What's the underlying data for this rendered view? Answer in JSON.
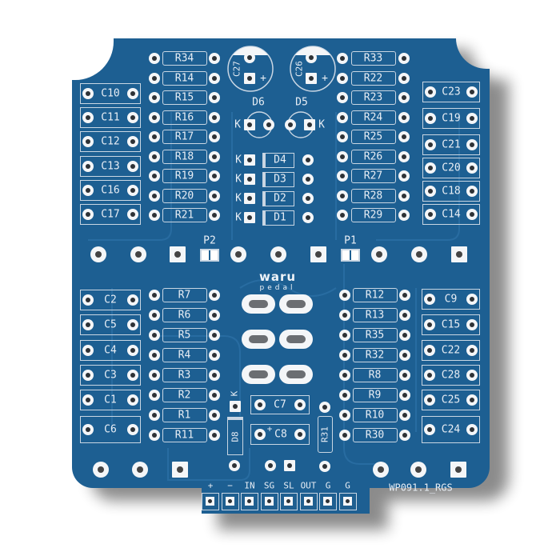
{
  "board": {
    "name": "WP091.1_RGS",
    "logo": {
      "brand": "waru",
      "sub": "pedal"
    },
    "colors": {
      "soldermask": "#1d5f92",
      "silkscreen": "#e8eef5",
      "pad": "#f4f6f8",
      "background": "#ffffff"
    }
  },
  "electrolytics": [
    {
      "ref": "C27",
      "polarity": "+"
    },
    {
      "ref": "C26",
      "polarity": "+"
    }
  ],
  "leds": [
    {
      "ref": "D6",
      "cathode": "K"
    },
    {
      "ref": "D5",
      "cathode": "K"
    }
  ],
  "diodes": [
    {
      "ref": "D4",
      "cathode": "K"
    },
    {
      "ref": "D3",
      "cathode": "K"
    },
    {
      "ref": "D2",
      "cathode": "K"
    },
    {
      "ref": "D1",
      "cathode": "K"
    },
    {
      "ref": "D8",
      "cathode": "K"
    }
  ],
  "resistors_top_left": [
    "R34",
    "R14",
    "R15",
    "R16",
    "R17",
    "R18",
    "R19",
    "R20",
    "R21"
  ],
  "resistors_top_right": [
    "R33",
    "R22",
    "R23",
    "R24",
    "R25",
    "R26",
    "R27",
    "R28",
    "R29"
  ],
  "resistors_bottom_left": [
    "R7",
    "R6",
    "R5",
    "R4",
    "R3",
    "R2",
    "R1",
    "R11"
  ],
  "resistors_bottom_right": [
    "R12",
    "R13",
    "R35",
    "R32",
    "R8",
    "R9",
    "R10",
    "R30"
  ],
  "resistor_vertical": "R31",
  "caps_top_left": [
    "C10",
    "C11",
    "C12",
    "C13",
    "C16",
    "C17"
  ],
  "caps_top_right": [
    "C23",
    "C19",
    "C21",
    "C20",
    "C18",
    "C14"
  ],
  "caps_bottom_left": [
    "C2",
    "C5",
    "C4",
    "C3",
    "C1",
    "C6"
  ],
  "caps_bottom_right": [
    "C9",
    "C15",
    "C22",
    "C28",
    "C25",
    "C24"
  ],
  "caps_center": [
    {
      "ref": "C7",
      "polarity": ""
    },
    {
      "ref": "C8",
      "polarity": "+"
    }
  ],
  "pots": [
    {
      "ref": "P2"
    },
    {
      "ref": "P1"
    }
  ],
  "connector": {
    "pins": [
      "+",
      "−",
      "IN",
      "SG",
      "SL",
      "OUT",
      "G",
      "G"
    ]
  }
}
